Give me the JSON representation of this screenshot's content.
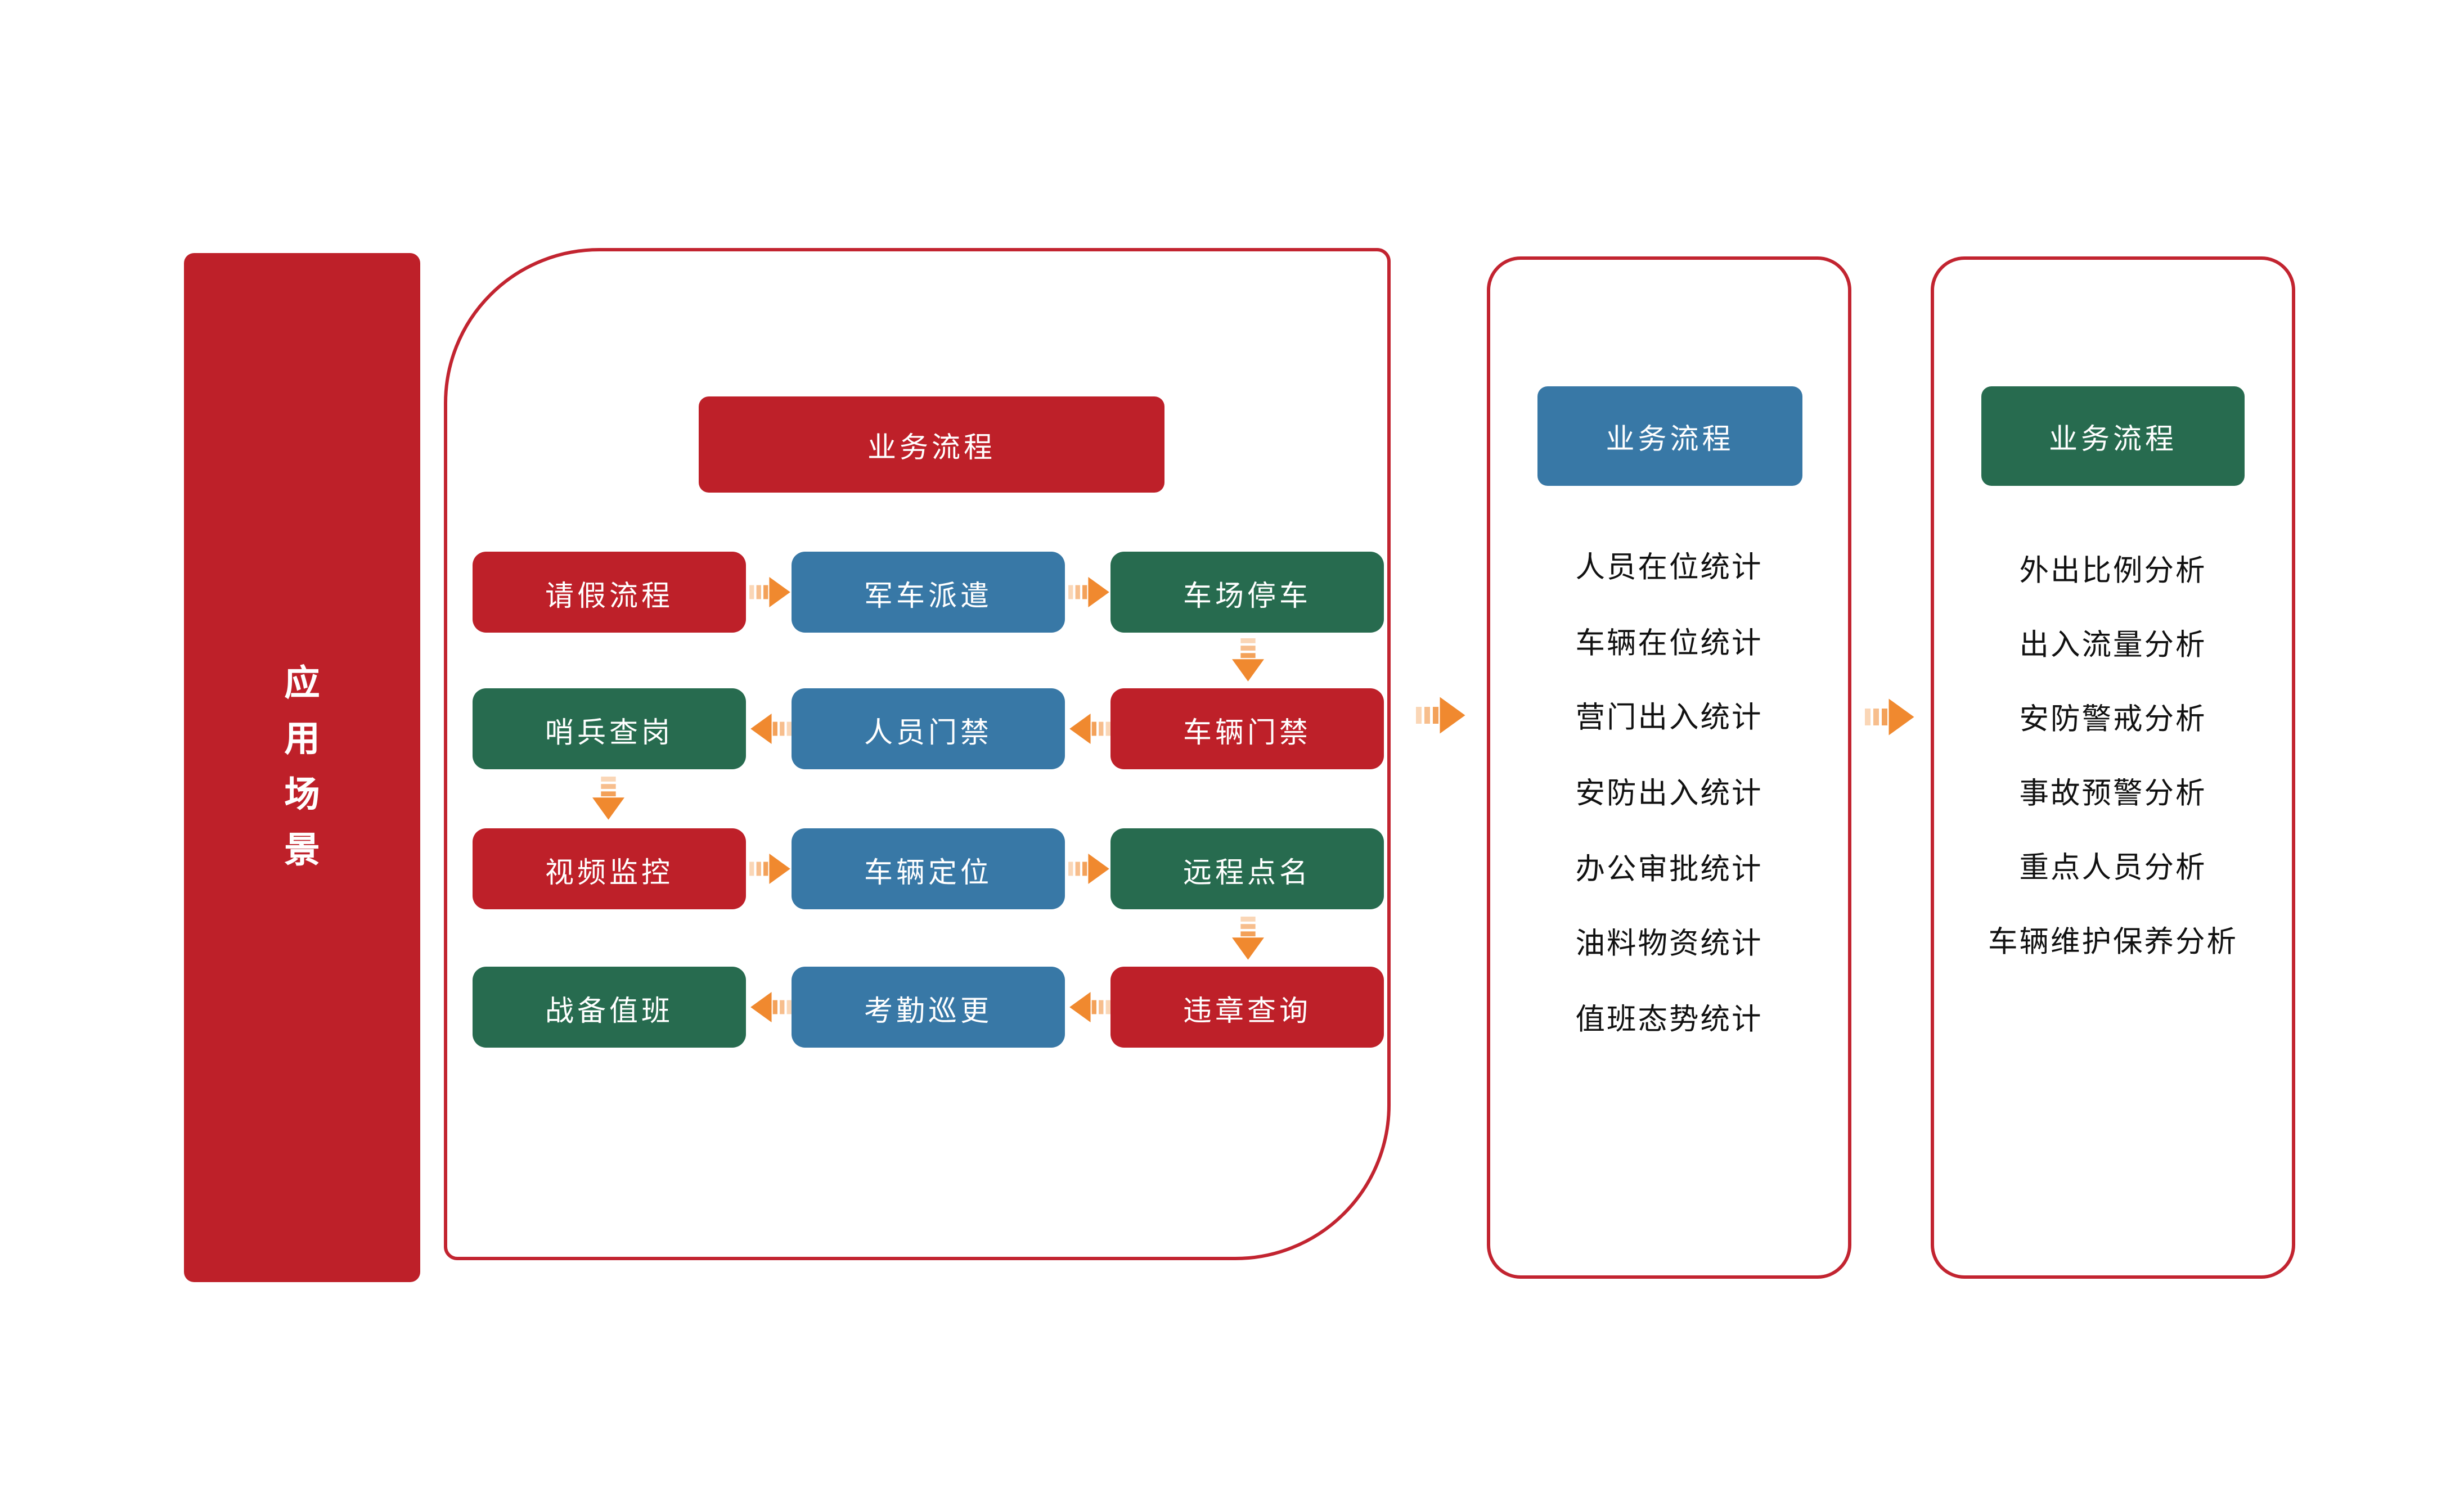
{
  "colors": {
    "red": "#BE2029",
    "green": "#276B4F",
    "blue": "#3878A6",
    "orange": "#F0892F",
    "panel_border": "#C22430",
    "text_dark": "#111111",
    "text_light": "#FFFFFF"
  },
  "sidebar": {
    "title": "应用场景",
    "chars": [
      "应",
      "用",
      "场",
      "景"
    ]
  },
  "flow_panel": {
    "header": "业务流程",
    "header_color": "red",
    "rows": [
      {
        "direction": "right",
        "cells": [
          {
            "label": "请假流程",
            "color": "red"
          },
          {
            "label": "军车派遣",
            "color": "blue"
          },
          {
            "label": "车场停车",
            "color": "green"
          }
        ]
      },
      {
        "direction": "left",
        "cells": [
          {
            "label": "哨兵查岗",
            "color": "green"
          },
          {
            "label": "人员门禁",
            "color": "blue"
          },
          {
            "label": "车辆门禁",
            "color": "red"
          }
        ]
      },
      {
        "direction": "right",
        "cells": [
          {
            "label": "视频监控",
            "color": "red"
          },
          {
            "label": "车辆定位",
            "color": "blue"
          },
          {
            "label": "远程点名",
            "color": "green"
          }
        ]
      },
      {
        "direction": "left",
        "cells": [
          {
            "label": "战备值班",
            "color": "green"
          },
          {
            "label": "考勤巡更",
            "color": "blue"
          },
          {
            "label": "违章查询",
            "color": "red"
          }
        ]
      }
    ]
  },
  "stats_panel": {
    "header": "业务流程",
    "header_color": "blue",
    "items": [
      "人员在位统计",
      "车辆在位统计",
      "营门出入统计",
      "安防出入统计",
      "办公审批统计",
      "油料物资统计",
      "值班态势统计"
    ]
  },
  "analysis_panel": {
    "header": "业务流程",
    "header_color": "green",
    "items": [
      "外出比例分析",
      "出入流量分析",
      "安防警戒分析",
      "事故预警分析",
      "重点人员分析",
      "车辆维护保养分析"
    ]
  }
}
